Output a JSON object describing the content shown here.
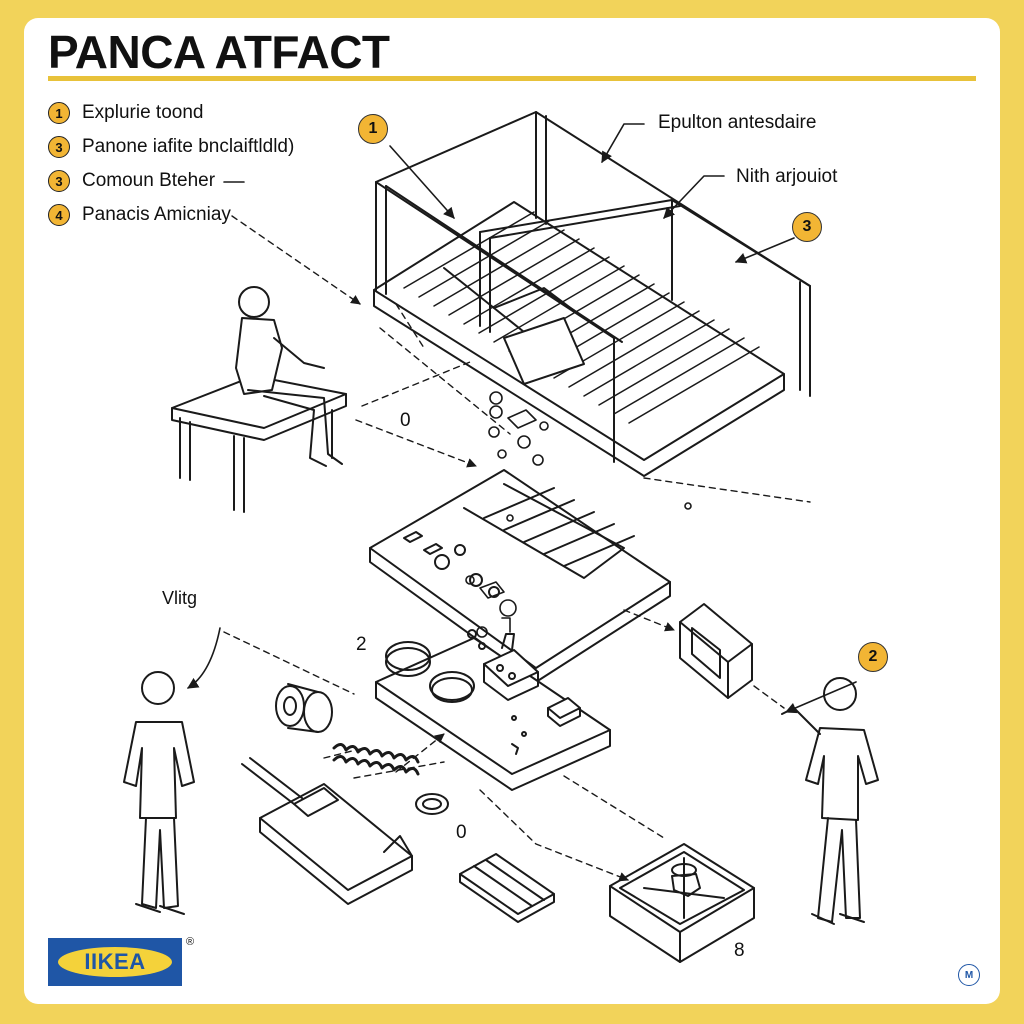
{
  "title": "PANCA ATFACT",
  "legend": [
    {
      "num": "1",
      "text": "Explurie toond"
    },
    {
      "num": "3",
      "text": "Panone iafite bnclaiftldld)"
    },
    {
      "num": "3",
      "text": "Comoun Bteher"
    },
    {
      "num": "4",
      "text": "Panacis Amicniay"
    }
  ],
  "callouts": {
    "top_right_1": "Epulton antesdaire",
    "top_right_2": "Nith arjouiot",
    "left_mid": "Vlitg"
  },
  "badges": {
    "b1": "1",
    "b3": "3",
    "b2": "2"
  },
  "numbers": {
    "n_zero_a": "0",
    "n_two": "2",
    "n_zero_b": "0",
    "n_eight": "8"
  },
  "brand": {
    "logo_text": "IIKEA",
    "registered": "®",
    "corner": "M"
  },
  "colors": {
    "accent": "#f2b534",
    "rule": "#e8c23a",
    "brand_blue": "#1f56a6",
    "brand_yellow": "#f4d23a",
    "frame": "#f2d35a"
  }
}
